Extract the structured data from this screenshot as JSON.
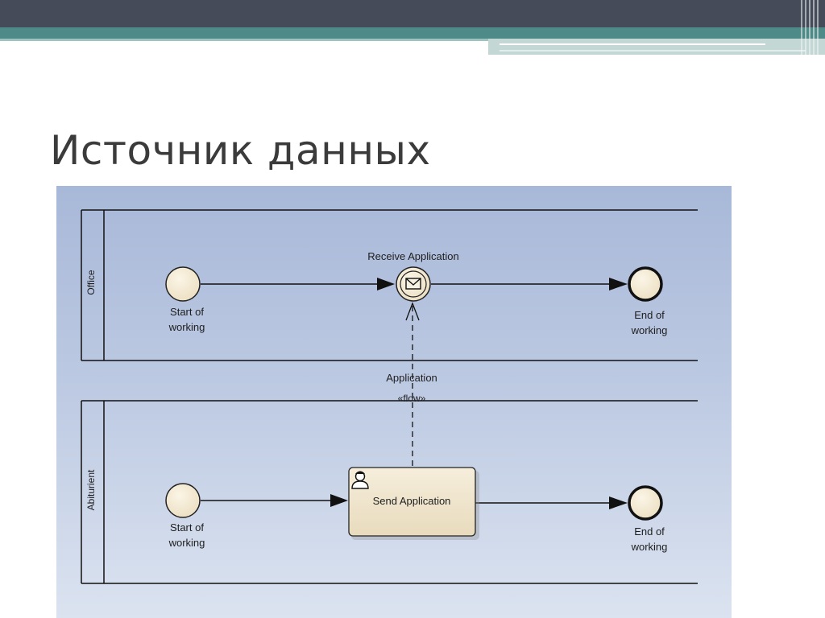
{
  "slide": {
    "title": "Источник данных"
  },
  "diagram": {
    "lanes": [
      {
        "label": "Office"
      },
      {
        "label": "Abiturient"
      }
    ],
    "office": {
      "start_label_1": "Start of",
      "start_label_2": "working",
      "receive_label": "Receive Application",
      "end_label_1": "End of",
      "end_label_2": "working"
    },
    "message_flow": {
      "name": "Application",
      "stereotype": "«flow»"
    },
    "abiturient": {
      "start_label_1": "Start of",
      "start_label_2": "working",
      "task_label": "Send Application",
      "end_label_1": "End of",
      "end_label_2": "working"
    },
    "colors": {
      "background_top": "#a8b8d8",
      "background_bottom": "#dbe3f0",
      "node_fill": "#f4ead2",
      "task_fill": "#efe4cc",
      "stroke": "#111111"
    },
    "icons": [
      "envelope-icon",
      "user-icon"
    ]
  }
}
